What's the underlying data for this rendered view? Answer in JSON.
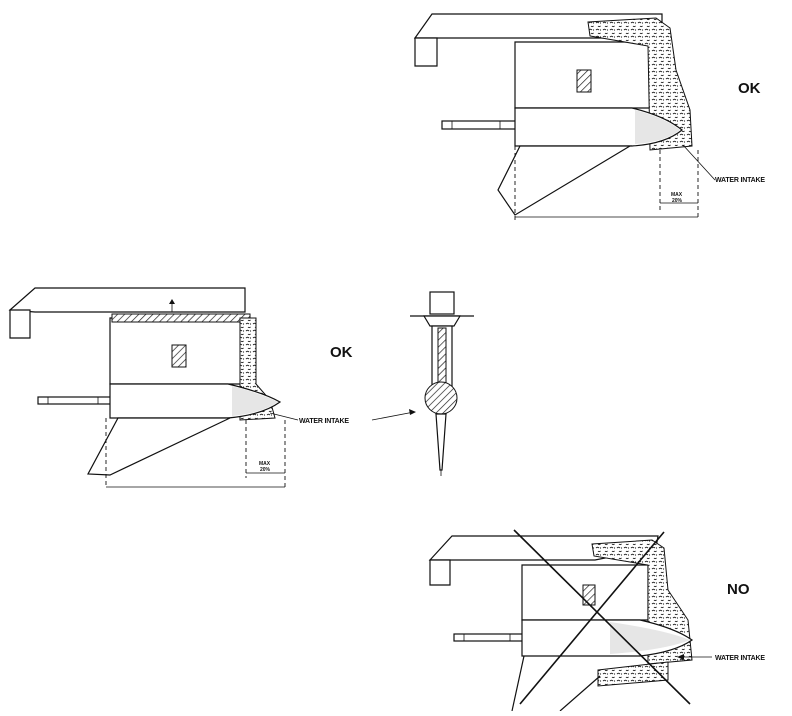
{
  "diagrams": [
    {
      "id": "top",
      "verdict": "OK",
      "callout": "WATER INTAKE",
      "max_label_1": "MAX",
      "max_label_2": "20%"
    },
    {
      "id": "middle",
      "verdict": "OK",
      "callout": "WATER INTAKE",
      "max_label_1": "MAX",
      "max_label_2": "20%"
    },
    {
      "id": "bottom",
      "verdict": "NO",
      "callout": "WATER INTAKE"
    }
  ],
  "icons": {
    "hatch": "hatched-water-icon",
    "gauge": "water-pickup-gauge-icon",
    "cross": "x-mark-icon"
  },
  "colors": {
    "ink": "#111111",
    "paper": "#ffffff"
  }
}
